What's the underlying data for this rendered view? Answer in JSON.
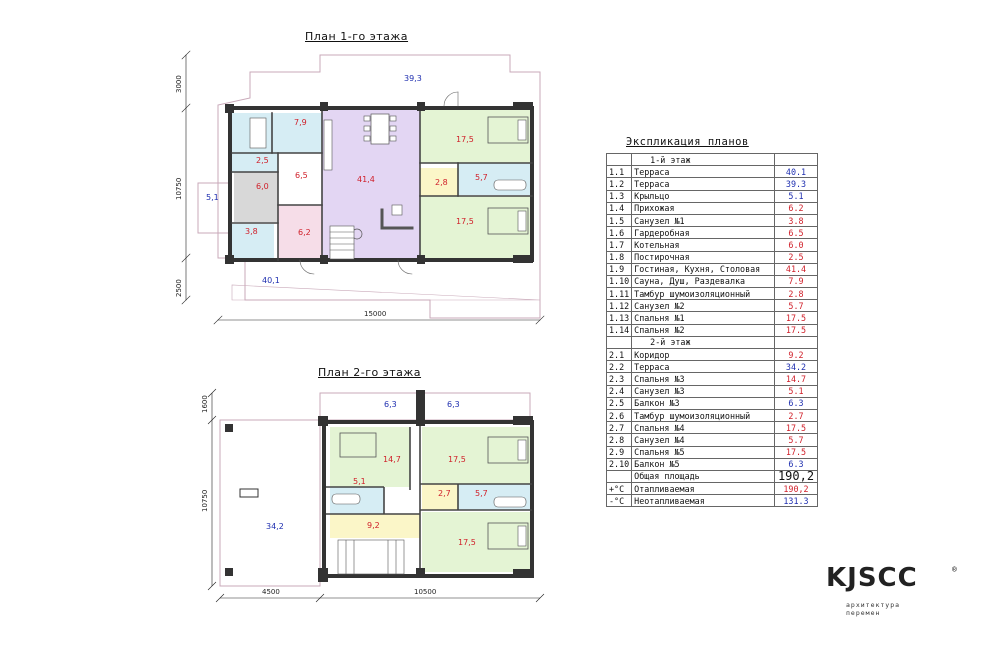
{
  "plan1_title": "План 1-го этажа",
  "plan2_title": "План 2-го этажа",
  "plan1_rooms": {
    "terrace_top": "39,3",
    "sauna": "7,9",
    "sauna_small": "2,5",
    "boiler": "6,0",
    "porch": "5,1",
    "toilet1": "3,8",
    "wardrobe": "6,5",
    "hall": "6,2",
    "living": "41,4",
    "vestibule": "2,8",
    "bath2": "5,7",
    "bedroom1": "17,5",
    "bedroom2": "17,5",
    "terrace_bottom": "40,1"
  },
  "plan1_dims": {
    "top": "3000",
    "side": "10750",
    "bottom_side": "2500",
    "width": "15000"
  },
  "plan2_rooms": {
    "balcon_a": "6,3",
    "balcon_b": "6,3",
    "bedroom3": "14,7",
    "bath3": "5,1",
    "bedroom4": "17,5",
    "vestibule": "2,7",
    "bath4": "5,7",
    "corridor": "9,2",
    "bedroom5": "17,5",
    "terrace": "34,2"
  },
  "plan2_dims": {
    "top": "1600",
    "side": "10750",
    "left_width": "4500",
    "right_width": "10500"
  },
  "legend": {
    "title": "Экспликация планов",
    "rows": [
      {
        "n": "",
        "name": "1-й этаж",
        "v": "",
        "c": "blk",
        "section": true
      },
      {
        "n": "1.1",
        "name": "Терраса",
        "v": "40.1",
        "c": "blue"
      },
      {
        "n": "1.2",
        "name": "Терраса",
        "v": "39.3",
        "c": "blue"
      },
      {
        "n": "1.3",
        "name": "Крыльцо",
        "v": "5.1",
        "c": "blue"
      },
      {
        "n": "1.4",
        "name": "Прихожая",
        "v": "6.2",
        "c": "red"
      },
      {
        "n": "1.5",
        "name": "Санузел №1",
        "v": "3.8",
        "c": "red"
      },
      {
        "n": "1.6",
        "name": "Гардеробная",
        "v": "6.5",
        "c": "red"
      },
      {
        "n": "1.7",
        "name": "Котельная",
        "v": "6.0",
        "c": "red"
      },
      {
        "n": "1.8",
        "name": "Постирочная",
        "v": "2.5",
        "c": "red"
      },
      {
        "n": "1.9",
        "name": "Гостиная, Кухня, Столовая",
        "v": "41.4",
        "c": "red"
      },
      {
        "n": "1.10",
        "name": "Сауна, Душ, Раздевалка",
        "v": "7.9",
        "c": "red"
      },
      {
        "n": "1.11",
        "name": "Тамбур шумоизоляционный",
        "v": "2.8",
        "c": "red"
      },
      {
        "n": "1.12",
        "name": "Санузел №2",
        "v": "5.7",
        "c": "red"
      },
      {
        "n": "1.13",
        "name": "Спальня №1",
        "v": "17.5",
        "c": "red"
      },
      {
        "n": "1.14",
        "name": "Спальня №2",
        "v": "17.5",
        "c": "red"
      },
      {
        "n": "",
        "name": "2-й этаж",
        "v": "",
        "c": "blk",
        "section": true
      },
      {
        "n": "2.1",
        "name": "Коридор",
        "v": "9.2",
        "c": "red"
      },
      {
        "n": "2.2",
        "name": "Терраса",
        "v": "34.2",
        "c": "blue"
      },
      {
        "n": "2.3",
        "name": "Спальня №3",
        "v": "14.7",
        "c": "red"
      },
      {
        "n": "2.4",
        "name": "Санузел №3",
        "v": "5.1",
        "c": "red"
      },
      {
        "n": "2.5",
        "name": "Балкон №3",
        "v": "6.3",
        "c": "blue"
      },
      {
        "n": "2.6",
        "name": "Тамбур шумоизоляционный",
        "v": "2.7",
        "c": "red"
      },
      {
        "n": "2.7",
        "name": "Спальня №4",
        "v": "17.5",
        "c": "red"
      },
      {
        "n": "2.8",
        "name": "Санузел №4",
        "v": "5.7",
        "c": "red"
      },
      {
        "n": "2.9",
        "name": "Спальня №5",
        "v": "17.5",
        "c": "red"
      },
      {
        "n": "2.10",
        "name": "Балкон №5",
        "v": "6.3",
        "c": "blue"
      },
      {
        "n": "",
        "name": "Общая площадь",
        "v": "190,2",
        "c": "blk",
        "big": true
      },
      {
        "n": "+°C",
        "name": "Отапливаемая",
        "v": "190,2",
        "c": "red"
      },
      {
        "n": "-°C",
        "name": "Неотапливаемая",
        "v": "131.3",
        "c": "blue"
      }
    ]
  },
  "logo": {
    "word": "KJSCC",
    "trademark": "®",
    "sub1": "архитектура",
    "sub2": "перемен"
  },
  "colors": {
    "red": "#d0202a",
    "blue": "#1f2fb0",
    "living": "#e3d6f3",
    "bath": "#d6edf4",
    "vestibule": "#fbf6c8",
    "boiler": "#d8d8d8",
    "hall": "#f6dde8"
  }
}
